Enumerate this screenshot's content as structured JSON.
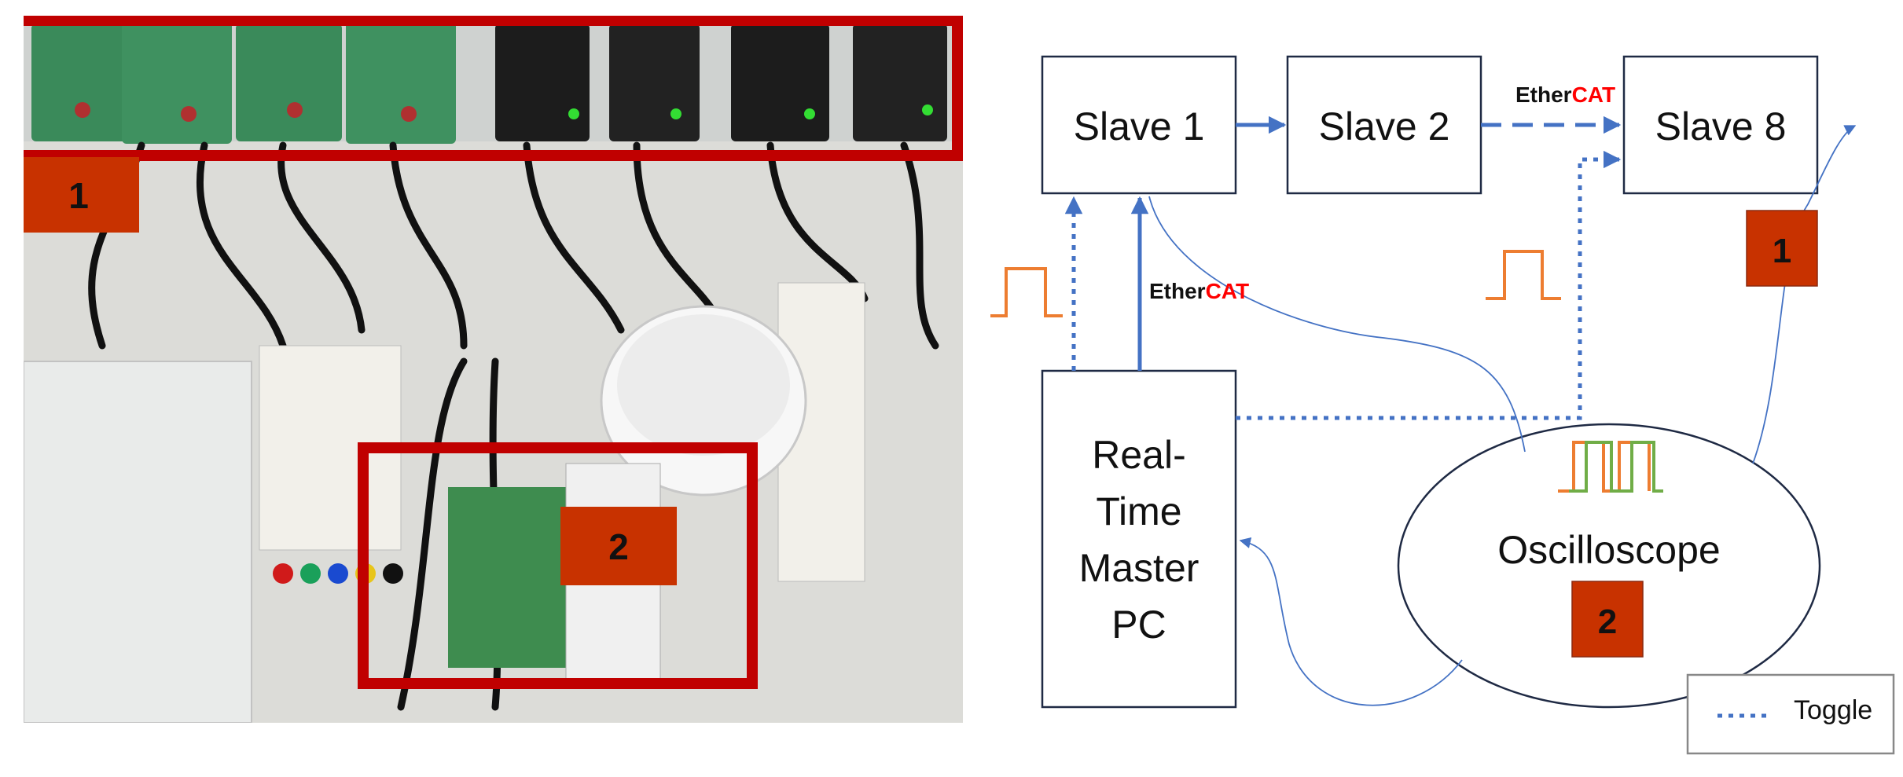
{
  "photo": {
    "region1_label": "1",
    "region2_label": "2",
    "colors": {
      "frame": "#c00000",
      "badge": "#c83200",
      "board_green": "#3a8a5a",
      "board_black": "#1c1c1c",
      "wall": "#e6e6e4"
    }
  },
  "diagram": {
    "slave1": "Slave 1",
    "slave2": "Slave 2",
    "slave8": "Slave 8",
    "master": [
      "Real-",
      "Time",
      "Master",
      "PC"
    ],
    "oscilloscope": "Oscilloscope",
    "ethercat_prefix": "Ether",
    "ethercat_suffix": "CAT",
    "badge1": "1",
    "badge2": "2",
    "legend_label": "Toggle",
    "colors": {
      "box_border": "#1f2a44",
      "arrow": "#4472c4",
      "signal": "#ed7d31",
      "signal_green": "#70ad47",
      "badge": "#c83200",
      "ethercat_red": "#ff0000"
    }
  }
}
